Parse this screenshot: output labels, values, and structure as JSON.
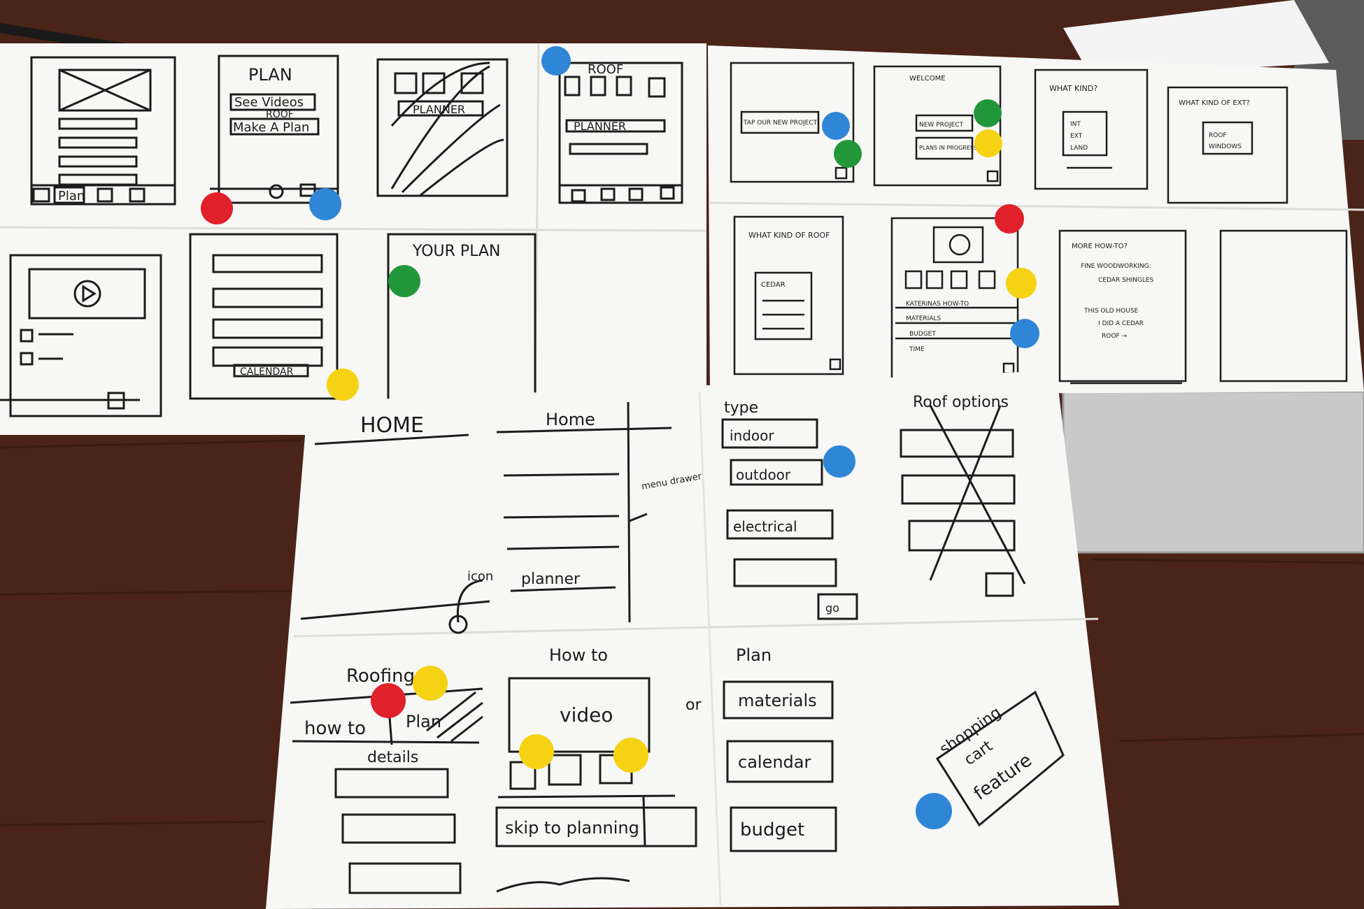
{
  "colors": {
    "table": "#4a2418",
    "table_dark": "#381a10",
    "paper": "#f7f7f5",
    "paper_shade": "#e9e9e6",
    "ink": "#1c1c1c",
    "dot_red": "#e0202a",
    "dot_yellow": "#f5d214",
    "dot_blue": "#2f86d6",
    "dot_green": "#22973a",
    "laptop": "#c9c9c9"
  },
  "sheet_left": {
    "plan_screen": {
      "title": "PLAN",
      "buttons": [
        "See Videos",
        "ROOF",
        "Make A Plan"
      ]
    },
    "sketch_screen": {
      "label": "PLANNER"
    },
    "roof_screen": {
      "title": "ROOF",
      "label": "PLANNER"
    },
    "nav_first": "Plan",
    "calendar_screen": {
      "label": "CALENDAR"
    },
    "your_plan": {
      "title": "YOUR PLAN"
    }
  },
  "sheet_right": {
    "welcome_screen": {
      "title": "WELCOME",
      "buttons": [
        "NEW PROJECT",
        "PLANS IN PROGRESS"
      ]
    },
    "first_screen": {
      "label": "TAP OUR NEW PROJECT"
    },
    "what_kind": {
      "title": "WHAT KIND?",
      "options": [
        "INT",
        "EXT",
        "LAND"
      ]
    },
    "what_kind_ext": {
      "title": "WHAT KIND OF EXT?",
      "options": [
        "ROOF",
        "WINDOWS"
      ]
    },
    "what_kind_roof": {
      "title": "WHAT KIND OF ROOF",
      "selected": "CEDAR"
    },
    "video_screen": {
      "rows": [
        "KATERINAS HOW-TO",
        "MATERIALS",
        "BUDGET",
        "TIME"
      ]
    },
    "more_howto": {
      "title": "MORE HOW-TO?",
      "lines": [
        "FINE WOODWORKING:",
        "CEDAR SHINGLES",
        "THIS OLD HOUSE",
        "I DID A CEDAR",
        "ROOF →"
      ]
    }
  },
  "sheet_bottom": {
    "home": {
      "title": "HOME",
      "icon_label": "icon"
    },
    "home_menu": {
      "title": "Home",
      "item": "planner",
      "menu_note": "menu drawer"
    },
    "type_screen": {
      "title": "type",
      "options": [
        "indoor",
        "outdoor",
        "electrical"
      ],
      "go": "go"
    },
    "roof_options": {
      "title": "Roof options"
    },
    "roofing": {
      "title": "Roofing",
      "tabs": [
        "how to",
        "Plan"
      ],
      "details": "details"
    },
    "how_to": {
      "title": "How to",
      "video": "video",
      "or": "or",
      "skip": "skip to planning"
    },
    "plan": {
      "title": "Plan",
      "items": [
        "materials",
        "calendar",
        "budget"
      ]
    },
    "cart_note": {
      "lines": [
        "shopping",
        "cart",
        "feature"
      ]
    }
  }
}
